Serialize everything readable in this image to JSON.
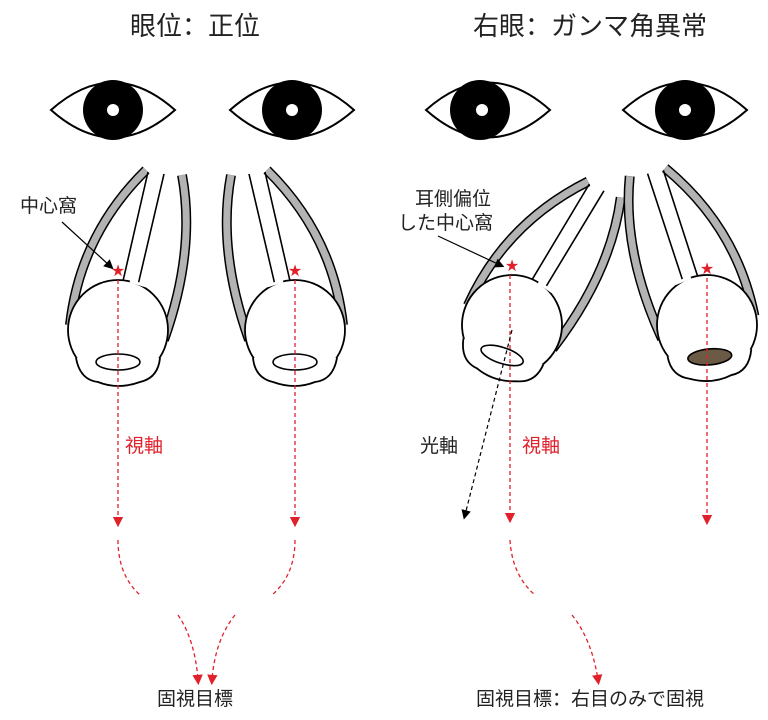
{
  "left_panel": {
    "title": "眼位：正位",
    "fovea_label": "中心窩",
    "visual_axis_label": "視軸",
    "target_label": "固視目標"
  },
  "right_panel": {
    "title": "右眼：ガンマ角異常",
    "fovea_label_line1": "耳側偏位",
    "fovea_label_line2": "した中心窩",
    "optical_axis_label": "光軸",
    "visual_axis_label": "視軸",
    "target_label": "固視目標：右目のみで固視"
  },
  "colors": {
    "visual_axis": "#e0202a",
    "lens_opaque": "#6b5a45",
    "muscle": "#b3b3b3"
  }
}
